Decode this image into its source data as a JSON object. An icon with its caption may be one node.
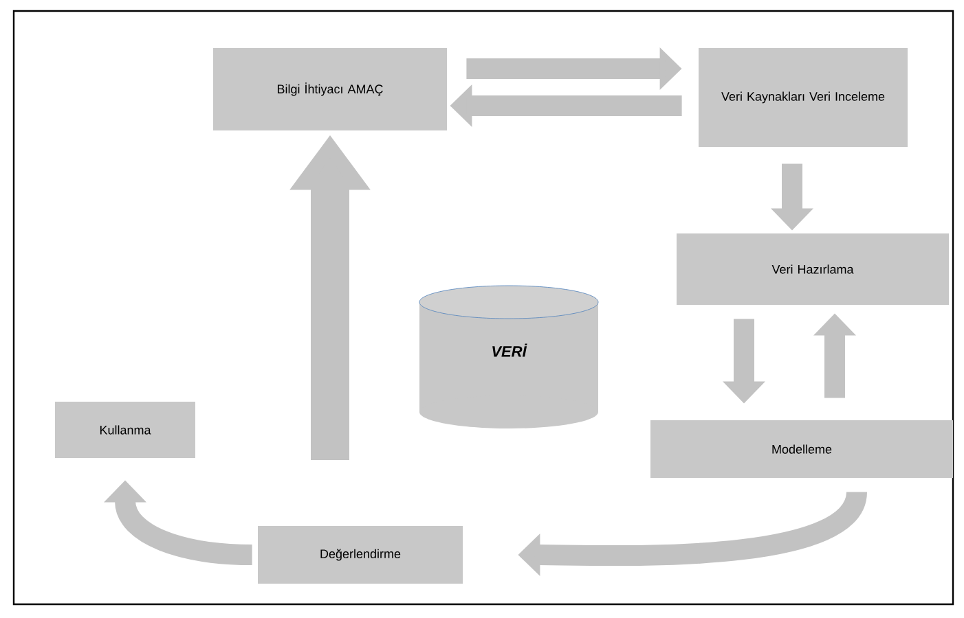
{
  "diagram": {
    "nodes": [
      {
        "text": [
          "Bilgi İhtiyacı AMAÇ"
        ]
      },
      {
        "text": [
          "Veri Kaynakları Veri Inceleme"
        ]
      },
      {
        "text": [
          "Veri Hazırlama"
        ]
      },
      {
        "text": [
          "Modelleme"
        ]
      },
      {
        "text": [
          "Değerlendirme"
        ]
      },
      {
        "text": [
          "Kullanma"
        ]
      },
      {
        "text": [
          "VERİ"
        ]
      }
    ],
    "edges": [
      {
        "from": 0,
        "to": 1,
        "arrow": "to"
      },
      {
        "from": 1,
        "to": 0,
        "arrow": "to"
      },
      {
        "from": 1,
        "to": 2,
        "arrow": "to"
      },
      {
        "from": 2,
        "to": 3,
        "arrow": "to"
      },
      {
        "from": 3,
        "to": 2,
        "arrow": "to"
      },
      {
        "from": 3,
        "to": 4,
        "arrow": "to"
      },
      {
        "from": 4,
        "to": 5,
        "arrow": "to"
      },
      {
        "from": null,
        "to": 0,
        "arrow": "to",
        "style": "thick"
      }
    ]
  }
}
